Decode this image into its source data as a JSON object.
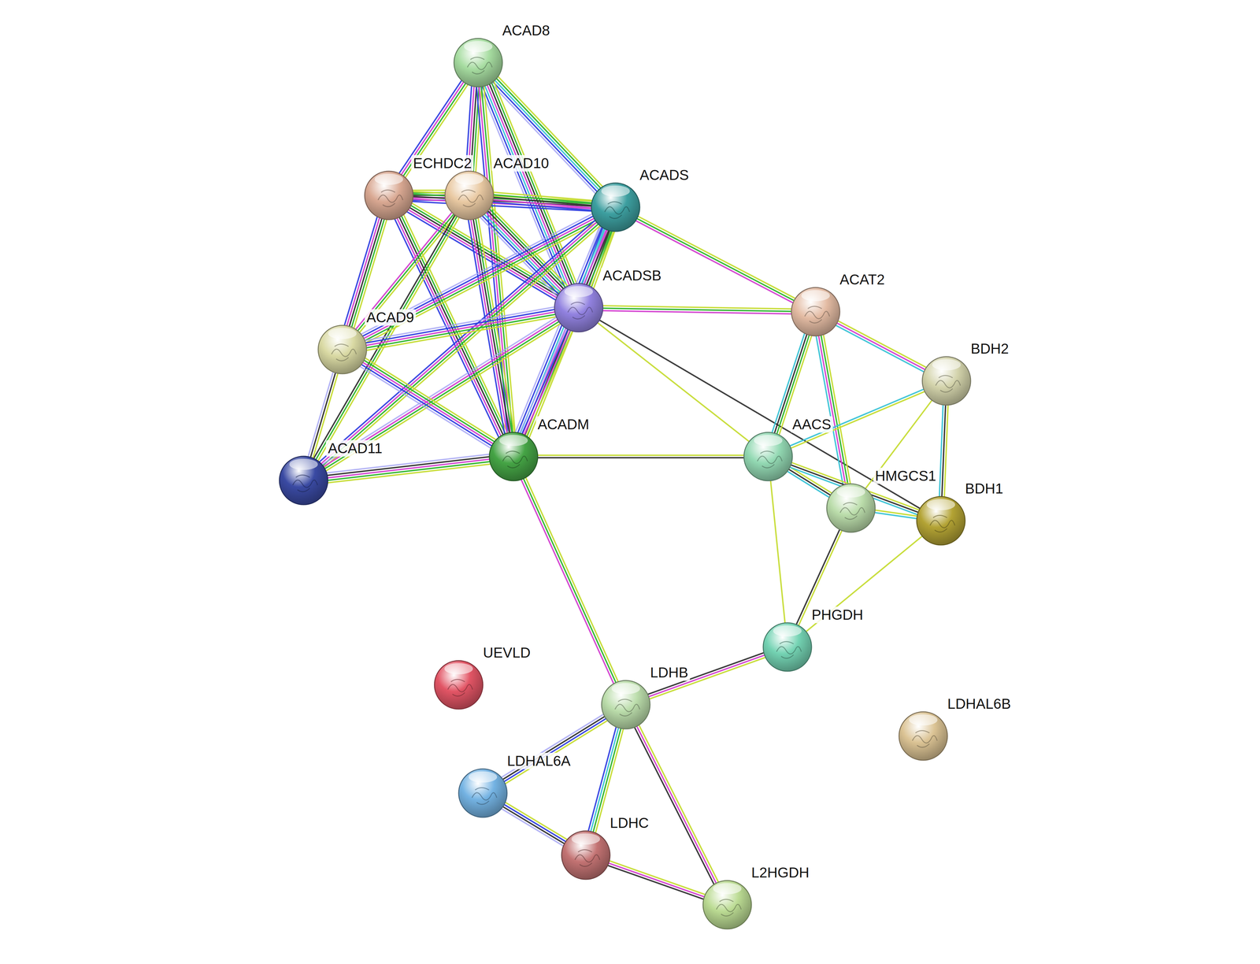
{
  "diagram": {
    "nodes": [
      {
        "text": [
          "ACAD8"
        ]
      },
      {
        "text": [
          "ECHDC2"
        ]
      },
      {
        "text": [
          "ACAD10"
        ]
      },
      {
        "text": [
          "ACADS"
        ]
      },
      {
        "text": [
          "ACADSB"
        ]
      },
      {
        "text": [
          "ACAT2"
        ]
      },
      {
        "text": [
          "ACAD9"
        ]
      },
      {
        "text": [
          "BDH2"
        ]
      },
      {
        "text": [
          "ACADM"
        ]
      },
      {
        "text": [
          "AACS"
        ]
      },
      {
        "text": [
          "ACAD11"
        ]
      },
      {
        "text": [
          "HMGCS1"
        ]
      },
      {
        "text": [
          "BDH1"
        ]
      },
      {
        "text": [
          "PHGDH"
        ]
      },
      {
        "text": [
          "UEVLD"
        ]
      },
      {
        "text": [
          "LDHB"
        ]
      },
      {
        "text": [
          "LDHAL6B"
        ]
      },
      {
        "text": [
          "LDHAL6A"
        ]
      },
      {
        "text": [
          "LDHC"
        ]
      },
      {
        "text": [
          "L2HGDH"
        ]
      }
    ],
    "edges": [
      {
        "from": 0,
        "to": 1,
        "arrow": "none"
      },
      {
        "from": 0,
        "to": 2,
        "arrow": "none"
      },
      {
        "from": 0,
        "to": 3,
        "arrow": "none"
      },
      {
        "from": 0,
        "to": 4,
        "arrow": "none"
      },
      {
        "from": 0,
        "to": 8,
        "arrow": "none"
      },
      {
        "from": 1,
        "to": 2,
        "arrow": "none"
      },
      {
        "from": 1,
        "to": 3,
        "arrow": "none"
      },
      {
        "from": 1,
        "to": 4,
        "arrow": "none"
      },
      {
        "from": 1,
        "to": 6,
        "arrow": "none"
      },
      {
        "from": 1,
        "to": 8,
        "arrow": "none"
      },
      {
        "from": 2,
        "to": 3,
        "arrow": "none"
      },
      {
        "from": 2,
        "to": 4,
        "arrow": "none"
      },
      {
        "from": 2,
        "to": 6,
        "arrow": "none"
      },
      {
        "from": 2,
        "to": 8,
        "arrow": "none"
      },
      {
        "from": 2,
        "to": 10,
        "arrow": "none"
      },
      {
        "from": 3,
        "to": 4,
        "arrow": "none"
      },
      {
        "from": 3,
        "to": 6,
        "arrow": "none"
      },
      {
        "from": 3,
        "to": 8,
        "arrow": "none"
      },
      {
        "from": 3,
        "to": 10,
        "arrow": "none"
      },
      {
        "from": 3,
        "to": 5,
        "arrow": "none"
      },
      {
        "from": 4,
        "to": 6,
        "arrow": "none"
      },
      {
        "from": 4,
        "to": 8,
        "arrow": "none"
      },
      {
        "from": 4,
        "to": 10,
        "arrow": "none"
      },
      {
        "from": 4,
        "to": 5,
        "arrow": "none"
      },
      {
        "from": 4,
        "to": 9,
        "arrow": "none"
      },
      {
        "from": 4,
        "to": 12,
        "arrow": "none"
      },
      {
        "from": 6,
        "to": 8,
        "arrow": "none"
      },
      {
        "from": 6,
        "to": 10,
        "arrow": "none"
      },
      {
        "from": 8,
        "to": 10,
        "arrow": "none"
      },
      {
        "from": 8,
        "to": 9,
        "arrow": "none"
      },
      {
        "from": 8,
        "to": 15,
        "arrow": "none"
      },
      {
        "from": 5,
        "to": 7,
        "arrow": "none"
      },
      {
        "from": 5,
        "to": 9,
        "arrow": "none"
      },
      {
        "from": 5,
        "to": 11,
        "arrow": "none"
      },
      {
        "from": 7,
        "to": 9,
        "arrow": "none"
      },
      {
        "from": 7,
        "to": 12,
        "arrow": "none"
      },
      {
        "from": 7,
        "to": 11,
        "arrow": "none"
      },
      {
        "from": 9,
        "to": 11,
        "arrow": "none"
      },
      {
        "from": 9,
        "to": 12,
        "arrow": "none"
      },
      {
        "from": 9,
        "to": 13,
        "arrow": "none"
      },
      {
        "from": 11,
        "to": 12,
        "arrow": "none"
      },
      {
        "from": 11,
        "to": 13,
        "arrow": "none"
      },
      {
        "from": 12,
        "to": 13,
        "arrow": "none"
      },
      {
        "from": 13,
        "to": 15,
        "arrow": "none"
      },
      {
        "from": 15,
        "to": 17,
        "arrow": "none"
      },
      {
        "from": 15,
        "to": 18,
        "arrow": "none"
      },
      {
        "from": 15,
        "to": 19,
        "arrow": "none"
      },
      {
        "from": 17,
        "to": 18,
        "arrow": "none"
      },
      {
        "from": 18,
        "to": 19,
        "arrow": "none"
      }
    ]
  }
}
